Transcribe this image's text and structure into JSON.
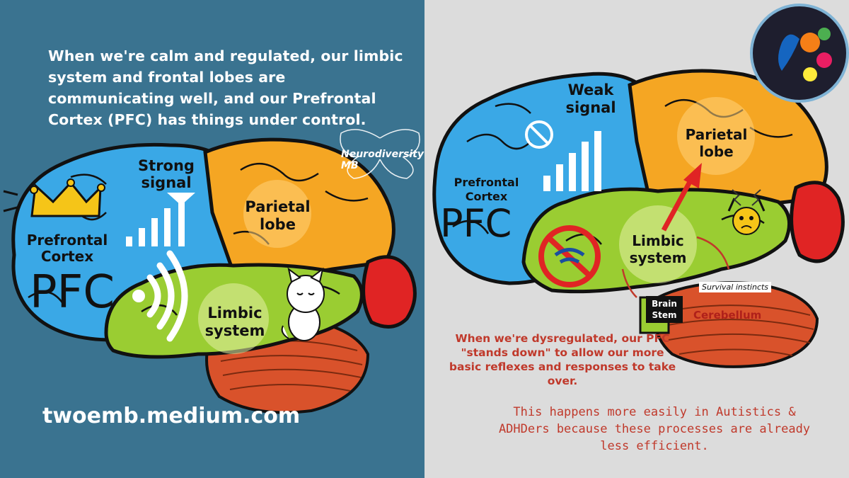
{
  "left": {
    "intro": "When we're calm and regulated, our limbic system and frontal lobes are communicating well, and our Prefrontal Cortex (PFC) has things under control.",
    "signal_label": "Strong signal",
    "pfc_label": "Prefrontal Cortex",
    "pfc_abbrev": "PFC",
    "parietal_label": "Parietal lobe",
    "limbic_label": "Limbic system",
    "brand_logo": "Neurodiversity MB",
    "url": "twoemb.medium.com"
  },
  "right": {
    "signal_label": "Weak signal",
    "pfc_label": "Prefrontal Cortex",
    "pfc_abbrev": "PFC",
    "parietal_label": "Parietal lobe",
    "limbic_label": "Limbic system",
    "survival_label": "Survival instincts",
    "brainstem_label": "Brain Stem",
    "cerebellum_label": "Cerebellum",
    "dysregulated_text": "When we're dysregulated, our PFC \"stands down\" to allow our more basic reflexes and responses to take over.",
    "easily_text": "This happens more easily in Autistics & ADHDers because these processes are already less efficient."
  },
  "colors": {
    "left_background": "#3a7390",
    "right_background": "#dcdcdc",
    "frontal": "#3aa8e6",
    "parietal": "#f5a623",
    "limbic": "#9acd32",
    "cerebellum": "#d9522b",
    "occipital": "#e02424",
    "alert_text": "#c0392b"
  },
  "icons": [
    "crown-icon",
    "signal-bars-icon",
    "wifi-icon",
    "cat-icon",
    "butterfly-logo",
    "no-wifi-icon",
    "no-signal-icon",
    "red-arrow-icon",
    "anxious-face-icon",
    "peacock-logo"
  ]
}
